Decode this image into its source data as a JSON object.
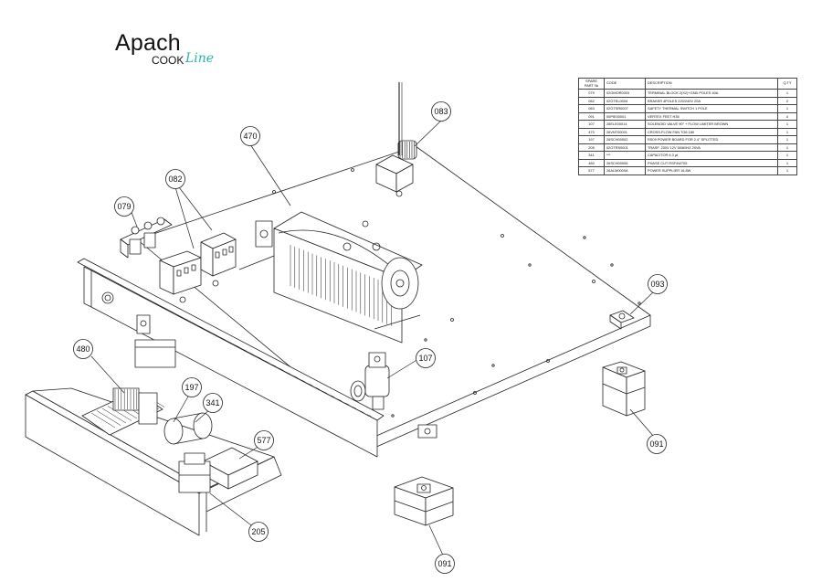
{
  "logo": {
    "brand": "Apach",
    "cook": "COOK",
    "line": "Line"
  },
  "parts_table": {
    "headers": [
      "SPARE PART №",
      "CODE",
      "DESCRIPTION",
      "Q.TY"
    ],
    "rows": [
      [
        "079",
        "02GMOR0003",
        "TERMINAL BLOCK 2(X2)+GND POLES 40A",
        "1"
      ],
      [
        "082",
        "02GTEL0004",
        "BRAKER 4POLES 220/240V 20A",
        "2"
      ],
      [
        "083",
        "02GTSR0007",
        "SAFETY THERMAL SWITCH 1 POLE",
        "1"
      ],
      [
        "091",
        "00PIE00001",
        "VERTEX FEET H35",
        "4"
      ],
      [
        "107",
        "26ELE00014",
        "SOLENOID VALVE 90° + FLOW LIMITER BROWN",
        "1"
      ],
      [
        "470",
        "26VNT00001",
        "CROSS-FLOW FAN TG6 180",
        "1"
      ],
      [
        "197",
        "26SCH00002",
        "RS09 POWER BOARD FOR 2.4\" SPLITTED",
        "1"
      ],
      [
        "205",
        "02GTRS0001",
        "TRASF. 230V 12V 50/60HZ 20VA",
        "1"
      ],
      [
        "341",
        "***",
        "CAPACITOR 6.3 µf",
        "1"
      ],
      [
        "480",
        "26SCH00006",
        "PHASE CUT RSF4W705",
        "1"
      ],
      [
        "577",
        "26ALM0000A",
        "POWER SUPPLIER 16,8W",
        "1"
      ]
    ]
  },
  "callouts": [
    "083",
    "470",
    "082",
    "079",
    "093",
    "480",
    "107",
    "197",
    "341",
    "577",
    "091",
    "205",
    "091"
  ]
}
